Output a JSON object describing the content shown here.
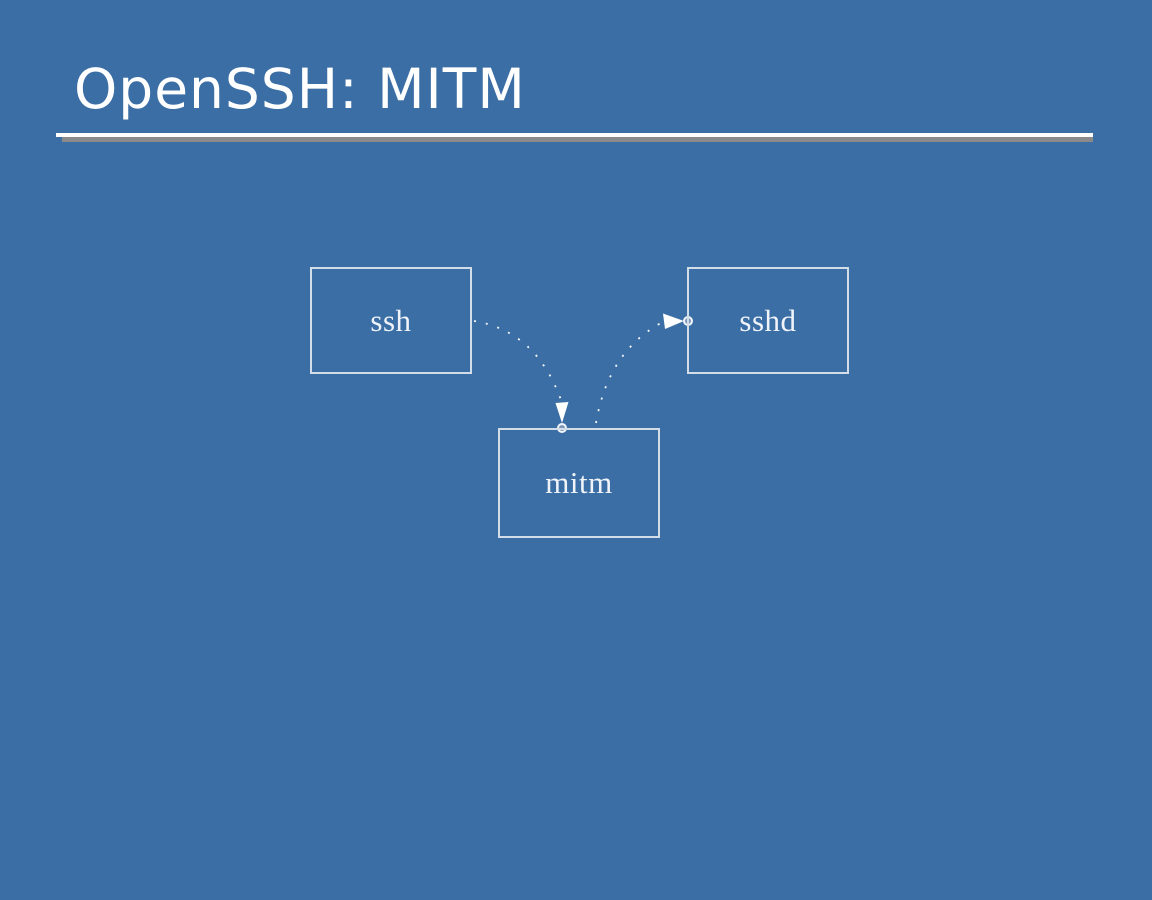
{
  "slide": {
    "title": "OpenSSH: MITM",
    "background_color": "#3B6EA5",
    "title_color": "#FFFFFF",
    "underline_color": "#FFFFFF",
    "underline_shadow_color": "#8A8A8A"
  },
  "diagram": {
    "nodes": [
      {
        "id": "ssh",
        "label": "ssh"
      },
      {
        "id": "sshd",
        "label": "sshd"
      },
      {
        "id": "mitm",
        "label": "mitm"
      }
    ],
    "edges": [
      {
        "from": "ssh",
        "to": "mitm",
        "style": "dotted",
        "arrow": "solid-arrowhead-into-open-circle"
      },
      {
        "from": "mitm",
        "to": "sshd",
        "style": "dotted",
        "arrow": "solid-arrowhead-into-open-circle"
      }
    ],
    "colors": {
      "box_border": "#D3DDE8",
      "label": "#F0F4F9",
      "connector": "#F4F7FA",
      "arrowhead": "#FFFFFF",
      "endpoint_fill": "#7E97B8"
    }
  }
}
